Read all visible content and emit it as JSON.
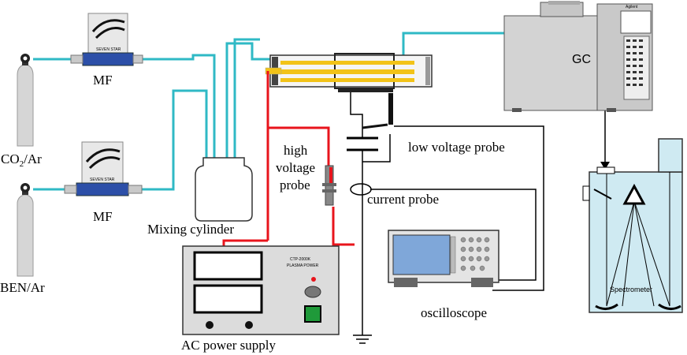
{
  "labels": {
    "co2_ar": "CO",
    "co2_sub": "2",
    "co2_rest": "/Ar",
    "ben_ar": "BEN/Ar",
    "mf_top": "MF",
    "mf_bottom": "MF",
    "mixing_cylinder": "Mixing cylinder",
    "gc": "GC",
    "gc_brand": "Agilent",
    "high_voltage_probe_1": "high",
    "high_voltage_probe_2": "voltage",
    "high_voltage_probe_3": "probe",
    "low_voltage_probe": "low voltage probe",
    "current_probe": "current probe",
    "oscilloscope": "oscilloscope",
    "ac_power_supply": "AC power supply",
    "spectrometer": "Spectrometer",
    "psu_panel_1": "CTP-2000K",
    "psu_panel_2": "PLASMA POWER",
    "mf_brand": "SEVEN STAR"
  },
  "colors": {
    "gas_line": "#2fb9c5",
    "hv_line": "#e8141c",
    "wire": "#000000",
    "reactor_stripe": "#f2c318",
    "scope_screen": "#7fa7d9",
    "psu_button": "#1f9a3a",
    "spectrometer_fill": "#cfeaf2"
  }
}
